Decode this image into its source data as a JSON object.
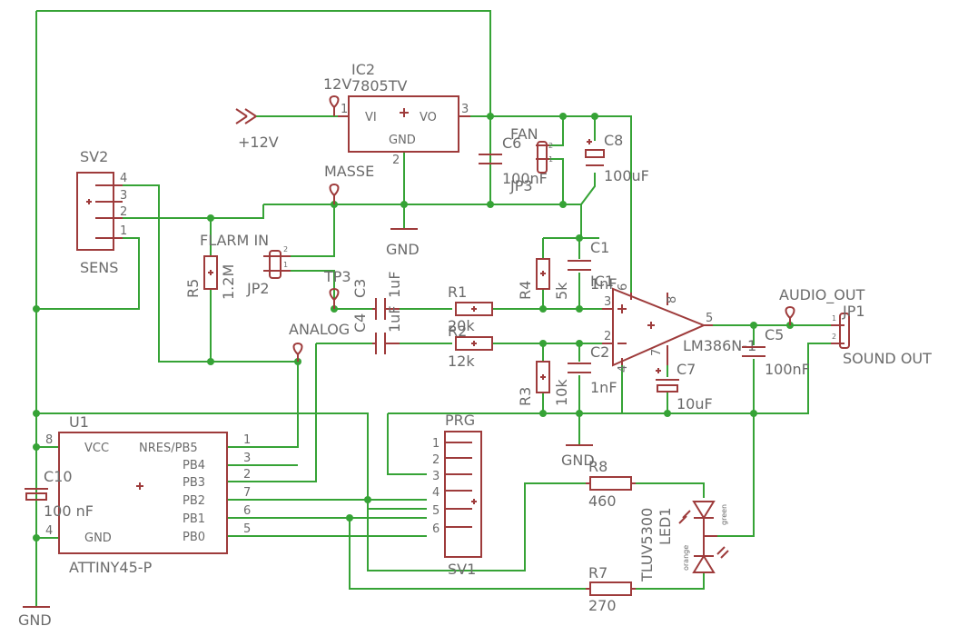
{
  "labels": {
    "ic2_name": "IC2",
    "ic2_value": "7805TV",
    "ic2_vi": "VI",
    "ic2_vo": "VO",
    "ic2_gnd": "GND",
    "ic2_pin1": "1",
    "ic2_pin2": "2",
    "ic2_pin3": "3",
    "net_12v": "12V",
    "supply_12v": "+12V",
    "masse": "MASSE",
    "gnd": "GND",
    "sv2_name": "SV2",
    "sv2_value": "SENS",
    "sv2_pins": [
      "4",
      "3",
      "2",
      "1"
    ],
    "c6_name": "C6",
    "c6_value": "100nF",
    "fan": "FAN",
    "jp3": "JP3",
    "jp3_pin1": "1",
    "jp3_pin2": "2",
    "c8_name": "C8",
    "c8_value": "100uF",
    "c1_name": "C1",
    "c1_value": "1nF",
    "r4_name": "R4",
    "r4_value": "5k",
    "flarm_in": "FLARM IN",
    "jp2": "JP2",
    "jp2_pin1": "1",
    "jp2_pin2": "2",
    "r5_name": "R5",
    "r5_value": "1.2M",
    "tp3": "TP3",
    "c3_name": "C3",
    "c3_value": "1uF",
    "c4_name": "C4",
    "c4_value": "1uF",
    "r1_name": "R1",
    "r1_value": "20k",
    "r2_name": "R2",
    "r2_value": "12k",
    "analog": "ANALOG",
    "ic1_name": "IC1",
    "ic1_value": "LM386N-1",
    "ic1_pins": [
      "3",
      "2",
      "5",
      "6",
      "4",
      "8",
      "7"
    ],
    "c2_name": "C2",
    "c2_value": "1nF",
    "r3_name": "R3",
    "r3_value": "10k",
    "c7_name": "C7",
    "c7_value": "10uF",
    "c5_name": "C5",
    "c5_value": "100nF",
    "audio_out": "AUDIO_OUT",
    "jp1": "JP1",
    "jp1_pin1": "1",
    "jp1_pin2": "2",
    "sound_out": "SOUND OUT",
    "u1_name": "U1",
    "u1_value": "ATTINY45-P",
    "u1_vcc": "VCC",
    "u1_gnd": "GND",
    "u1_left_pins": [
      "8",
      "4"
    ],
    "u1_right_labels": [
      "NRES/PB5",
      "PB4",
      "PB3",
      "PB2",
      "PB1",
      "PB0"
    ],
    "u1_right_pins": [
      "1",
      "3",
      "2",
      "7",
      "6",
      "5"
    ],
    "c10_name": "C10",
    "c10_value": "100 nF",
    "prg": "PRG",
    "sv1": "SV1",
    "sv1_pins": [
      "1",
      "2",
      "3",
      "4",
      "5",
      "6"
    ],
    "r8_name": "R8",
    "r8_value": "460",
    "r7_name": "R7",
    "r7_value": "270",
    "led1_name": "LED1",
    "led1_value": "TLUV5300",
    "led_green": "green",
    "led_orange": "orange"
  },
  "colors": {
    "wire": "#36a336",
    "part": "#9e3b3b",
    "text": "#6b6b6b"
  }
}
